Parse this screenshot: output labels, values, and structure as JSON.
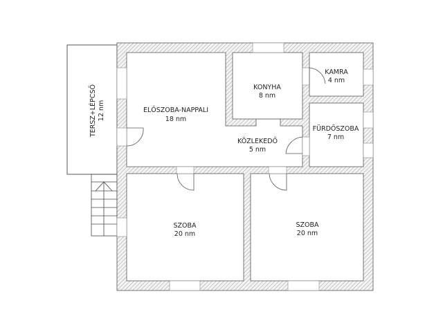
{
  "rooms": {
    "nappali": {
      "name": "ELŐSZOBA-NAPPALI",
      "area": "18 nm"
    },
    "konyha": {
      "name": "KONYHA",
      "area": "8 nm"
    },
    "kamra": {
      "name": "KAMRA",
      "area": "4 nm"
    },
    "furdo": {
      "name": "FÜRDŐSZOBA",
      "area": "7 nm"
    },
    "kozlekedo": {
      "name": "KÖZLEKEDŐ",
      "area": "5 nm"
    },
    "szoba1": {
      "name": "SZOBA",
      "area": "20 nm"
    },
    "szoba2": {
      "name": "SZOBA",
      "area": "20 nm"
    },
    "terasz": {
      "name": "TERSZ+LÉPCSŐ",
      "area": "12 nm"
    }
  },
  "colors": {
    "wall_hatch": "#9a9a9a",
    "outline": "#555555"
  }
}
